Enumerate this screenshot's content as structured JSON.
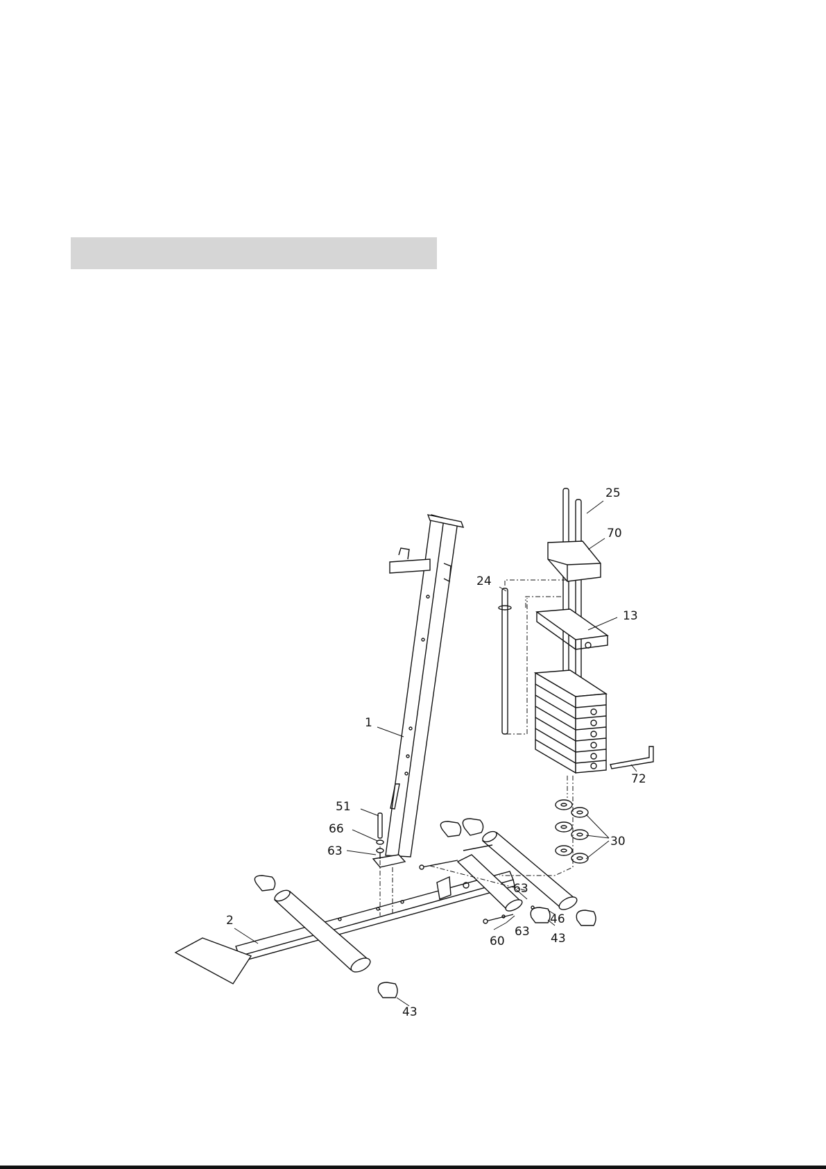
{
  "step_header": "",
  "colors": {
    "bar": "#d6d6d6",
    "ink": "#111111"
  },
  "labels": {
    "p25": "25",
    "p70": "70",
    "p24": "24",
    "p13": "13",
    "p1": "1",
    "p72": "72",
    "p51": "51",
    "p66": "66",
    "p63a": "63",
    "p30": "30",
    "p63b": "63",
    "p46": "46",
    "p2": "2",
    "p60": "60",
    "p63c": "63",
    "p43a": "43",
    "p43b": "43"
  }
}
